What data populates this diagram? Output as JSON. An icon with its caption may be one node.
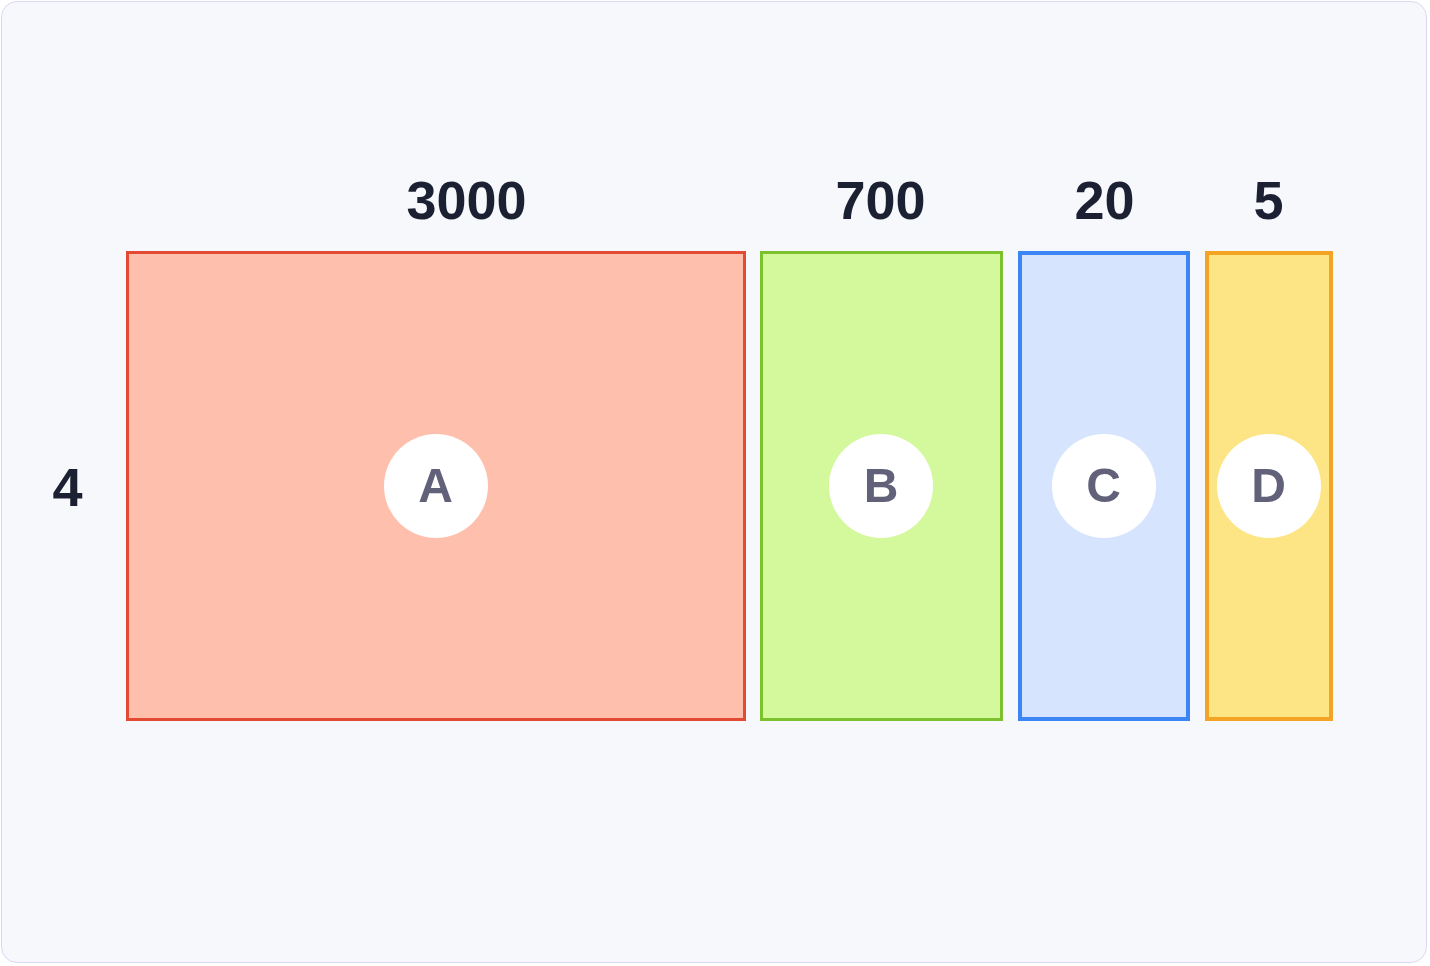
{
  "diagram": {
    "nodes": [
      {
        "text": [],
        "shape": "box",
        "beside": [
          "3000"
        ]
      },
      {
        "text": [
          "A"
        ],
        "in": 0
      },
      {
        "text": [],
        "shape": "box",
        "beside": [
          "700"
        ]
      },
      {
        "text": [
          "B"
        ],
        "in": 2
      },
      {
        "text": [],
        "shape": "box",
        "beside": [
          "20"
        ]
      },
      {
        "text": [
          "C"
        ],
        "in": 4
      },
      {
        "text": [],
        "shape": "box",
        "beside": [
          "5"
        ]
      },
      {
        "text": [
          "D"
        ],
        "in": 6
      }
    ],
    "labels": [
      "4"
    ]
  }
}
